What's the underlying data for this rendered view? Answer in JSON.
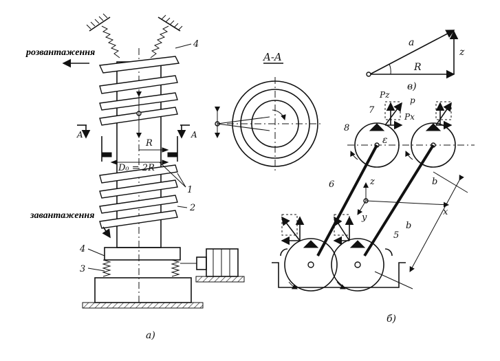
{
  "labels": {
    "unloading": "розвантаження",
    "loading": "завантаження",
    "section": "A-A",
    "part_a": "а)",
    "part_b": "б)",
    "part_v": "в)",
    "diameter": "D₀ = 2R",
    "radius": "R",
    "section_mark_left": "A",
    "section_mark_right": "A",
    "num_1": "1",
    "num_2": "2",
    "num_3": "3",
    "num_4_top": "4",
    "num_4_bottom": "4",
    "vec_a": "a",
    "vec_z": "z",
    "vec_R": "R",
    "axis_z": "z",
    "axis_x": "x",
    "axis_y": "y",
    "dim_b_upper": "b",
    "dim_b_lower": "b",
    "force_p": "p",
    "force_pz": "Pz",
    "force_px": "Px",
    "eps": "ε",
    "num_5": "5",
    "num_6": "6",
    "num_7": "7",
    "num_8": "8"
  }
}
